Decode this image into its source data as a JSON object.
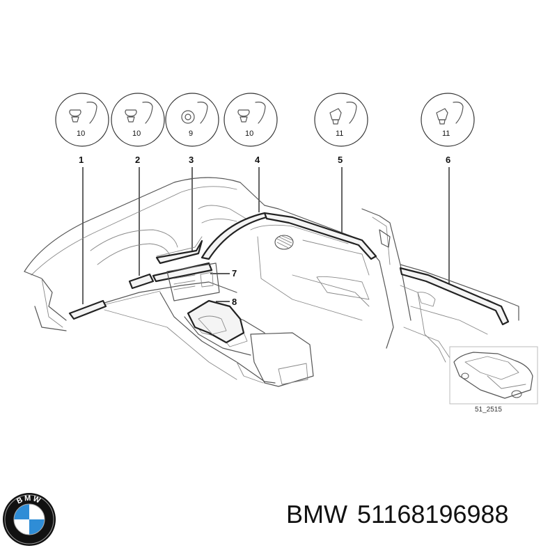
{
  "callouts": [
    {
      "label": "1",
      "part": "10"
    },
    {
      "label": "2",
      "part": "10"
    },
    {
      "label": "3",
      "part": "9"
    },
    {
      "label": "4",
      "part": "10"
    },
    {
      "label": "5",
      "part": "11"
    },
    {
      "label": "6",
      "part": "11"
    }
  ],
  "extra_labels": [
    "7",
    "8"
  ],
  "inset_code": "51_2515",
  "brand": "BMW",
  "part_number": "51168196988",
  "logo_text": "BMW",
  "colors": {
    "logo_blue": "#2f8dd6",
    "logo_ring": "#111111"
  }
}
